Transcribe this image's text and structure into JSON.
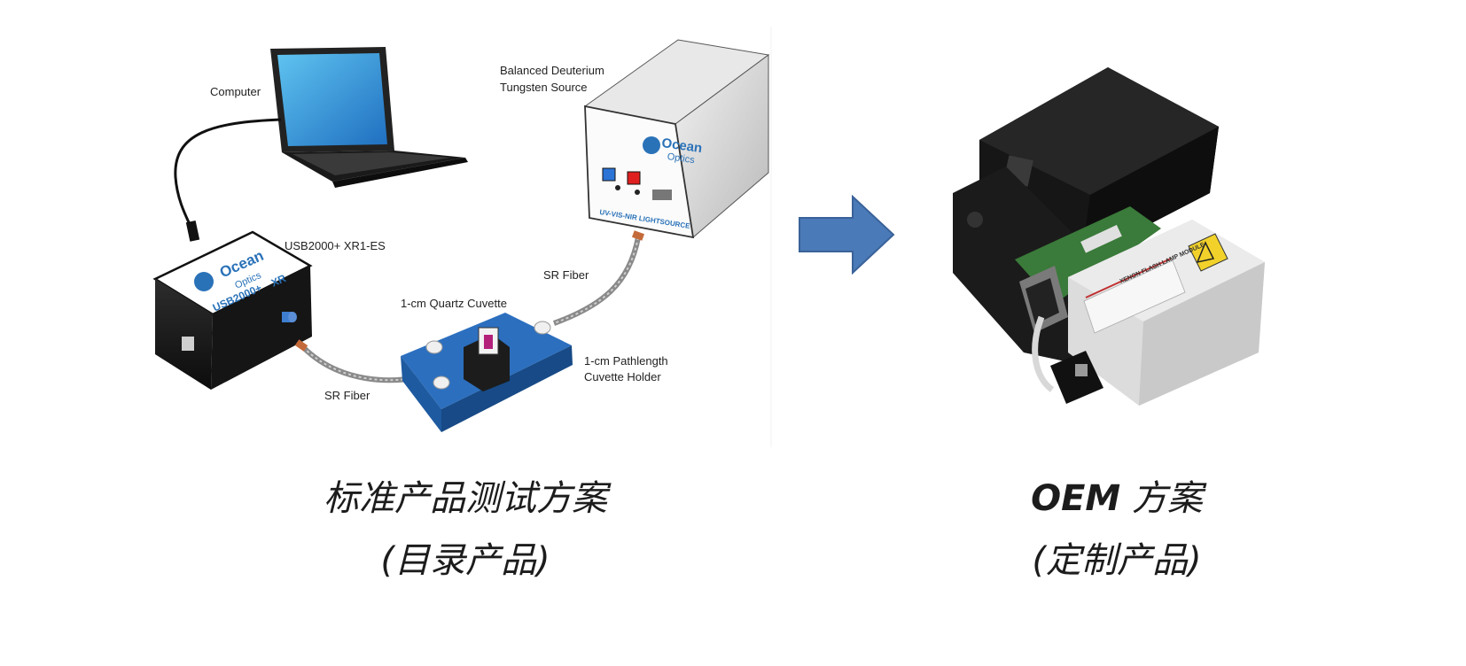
{
  "diagram": {
    "labels": {
      "computer": "Computer",
      "light_source_line1": "Balanced Deuterium",
      "light_source_line2": "Tungsten Source",
      "spectrometer": "USB2000+ XR1-ES",
      "sr_fiber_top": "SR Fiber",
      "cuvette": "1-cm Quartz Cuvette",
      "holder_line1": "1-cm Pathlength",
      "holder_line2": "Cuvette Holder",
      "sr_fiber_bottom": "SR Fiber"
    },
    "device_text": {
      "spectrometer_brand_1": "Ocean",
      "spectrometer_brand_2": "Optics",
      "spectrometer_model": "USB2000+",
      "spectrometer_badge": "XR",
      "source_brand_1": "Ocean",
      "source_brand_2": "Optics",
      "source_panel": "UV-VIS-NIR LIGHTSOURCE"
    },
    "photo_text": {
      "module_label": "XENON FLASH LAMP MODULE"
    }
  },
  "captions": {
    "left_line1": "标准产品测试方案",
    "left_line2": "(目录产品)",
    "right_line1_bold": "OEM",
    "right_line1_rest": " 方案",
    "right_line2": "(定制产品)"
  },
  "colors": {
    "arrow_fill": "#4a7ab8",
    "arrow_stroke": "#3a6299",
    "ocean_blue": "#2a72b8",
    "holder_blue": "#2c6fbf"
  }
}
